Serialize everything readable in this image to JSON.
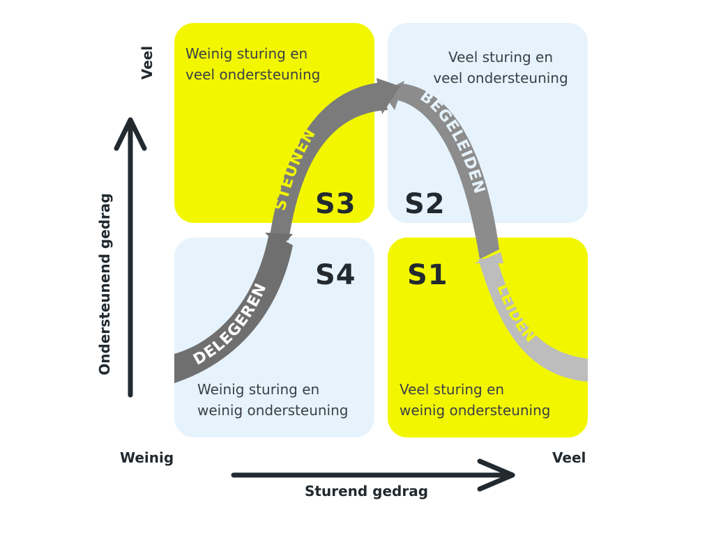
{
  "colors": {
    "yellow": "#f2f700",
    "light_blue": "#e6f3fc",
    "arrow_dark": "#737373",
    "arrow_mid": "#8c8c8c",
    "arrow_light": "#bdbdbd",
    "axis": "#222a30"
  },
  "quadrants": {
    "s3": {
      "code": "S3",
      "line1": "Weinig sturing en",
      "line2": "veel ondersteuning"
    },
    "s2": {
      "code": "S2",
      "line1": "Veel sturing en",
      "line2": "veel ondersteuning"
    },
    "s4": {
      "code": "S4",
      "line1": "Weinig sturing en",
      "line2": "weinig ondersteuning"
    },
    "s1": {
      "code": "S1",
      "line1": "Veel sturing en",
      "line2": "weinig ondersteuning"
    }
  },
  "curve_labels": {
    "delegeren": "DELEGEREN",
    "steunen": "STEUNEN",
    "begeleiden": "BEGELEIDEN",
    "leiden": "LEIDEN"
  },
  "y_axis": {
    "label": "Ondersteunend gedrag",
    "high": "Veel"
  },
  "x_axis": {
    "label": "Sturend gedrag",
    "low": "Weinig",
    "high": "Veel"
  }
}
